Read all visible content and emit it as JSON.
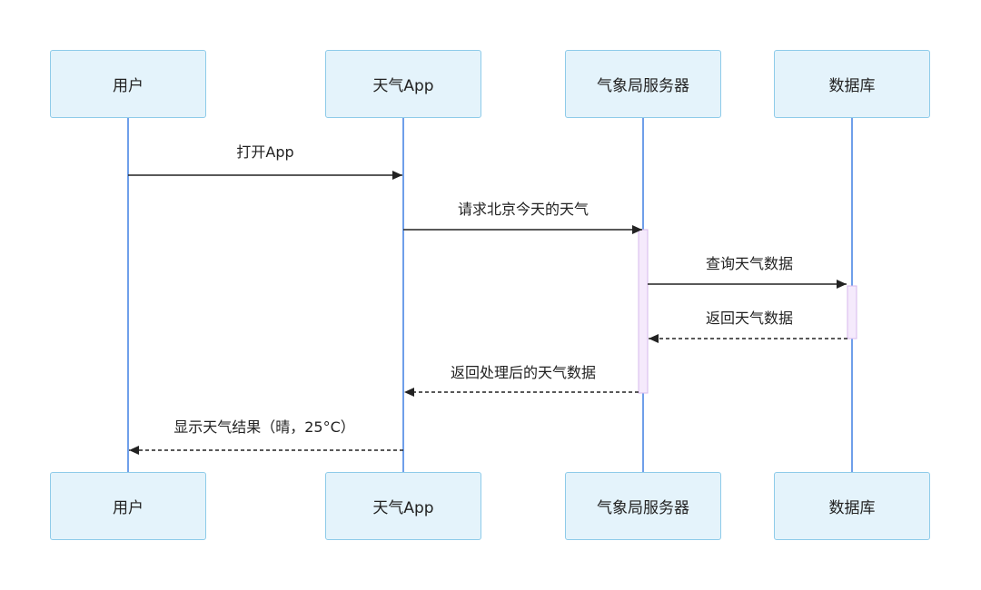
{
  "participants": [
    {
      "id": "user",
      "label": "用户"
    },
    {
      "id": "app",
      "label": "天气App"
    },
    {
      "id": "server",
      "label": "气象局服务器"
    },
    {
      "id": "db",
      "label": "数据库"
    }
  ],
  "messages": [
    {
      "from": "user",
      "to": "app",
      "label": "打开App",
      "style": "solid"
    },
    {
      "from": "app",
      "to": "server",
      "label": "请求北京今天的天气",
      "style": "solid"
    },
    {
      "from": "server",
      "to": "db",
      "label": "查询天气数据",
      "style": "solid"
    },
    {
      "from": "db",
      "to": "server",
      "label": "返回天气数据",
      "style": "dashed"
    },
    {
      "from": "server",
      "to": "app",
      "label": "返回处理后的天气数据",
      "style": "dashed"
    },
    {
      "from": "app",
      "to": "user",
      "label": "显示天气结果（晴，25°C）",
      "style": "dashed"
    }
  ],
  "colors": {
    "actor_fill": "#e4f3fb",
    "actor_border": "#8ecbe9",
    "lifeline": "#6f9fea",
    "activation_fill": "#f5eafc",
    "activation_border": "#d6b8ec",
    "arrow": "#222222"
  }
}
